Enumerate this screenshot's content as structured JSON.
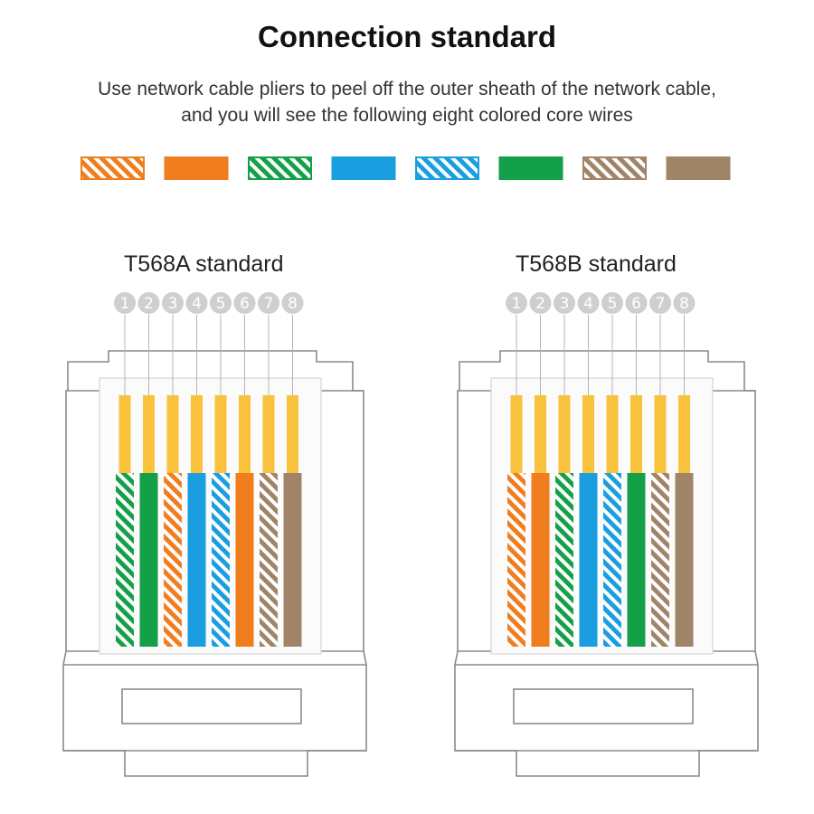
{
  "title": "Connection standard",
  "subtitle_line1": "Use network cable pliers to peel off the outer sheath of the network cable,",
  "subtitle_line2": "and you will see the following eight colored core wires",
  "colors": {
    "orange": "#f07d1e",
    "green": "#14a048",
    "blue": "#1a9ee0",
    "brown": "#a08468",
    "contact": "#f9c23c",
    "outline": "#8a8a8a",
    "pin_circle": "#cfcfcf"
  },
  "legend": [
    {
      "color": "orange",
      "striped": true,
      "name": "white-orange"
    },
    {
      "color": "orange",
      "striped": false,
      "name": "orange"
    },
    {
      "color": "green",
      "striped": true,
      "name": "white-green"
    },
    {
      "color": "blue",
      "striped": false,
      "name": "blue"
    },
    {
      "color": "blue",
      "striped": true,
      "name": "white-blue"
    },
    {
      "color": "green",
      "striped": false,
      "name": "green"
    },
    {
      "color": "brown",
      "striped": true,
      "name": "white-brown"
    },
    {
      "color": "brown",
      "striped": false,
      "name": "brown"
    }
  ],
  "standards": [
    {
      "id": "a",
      "label": "T568A standard",
      "pins": [
        "1",
        "2",
        "3",
        "4",
        "5",
        "6",
        "7",
        "8"
      ],
      "wires": [
        {
          "color": "green",
          "striped": true
        },
        {
          "color": "green",
          "striped": false
        },
        {
          "color": "orange",
          "striped": true
        },
        {
          "color": "blue",
          "striped": false
        },
        {
          "color": "blue",
          "striped": true
        },
        {
          "color": "orange",
          "striped": false
        },
        {
          "color": "brown",
          "striped": true
        },
        {
          "color": "brown",
          "striped": false
        }
      ]
    },
    {
      "id": "b",
      "label": "T568B standard",
      "pins": [
        "1",
        "2",
        "3",
        "4",
        "5",
        "6",
        "7",
        "8"
      ],
      "wires": [
        {
          "color": "orange",
          "striped": true
        },
        {
          "color": "orange",
          "striped": false
        },
        {
          "color": "green",
          "striped": true
        },
        {
          "color": "blue",
          "striped": false
        },
        {
          "color": "blue",
          "striped": true
        },
        {
          "color": "green",
          "striped": false
        },
        {
          "color": "brown",
          "striped": true
        },
        {
          "color": "brown",
          "striped": false
        }
      ]
    }
  ]
}
